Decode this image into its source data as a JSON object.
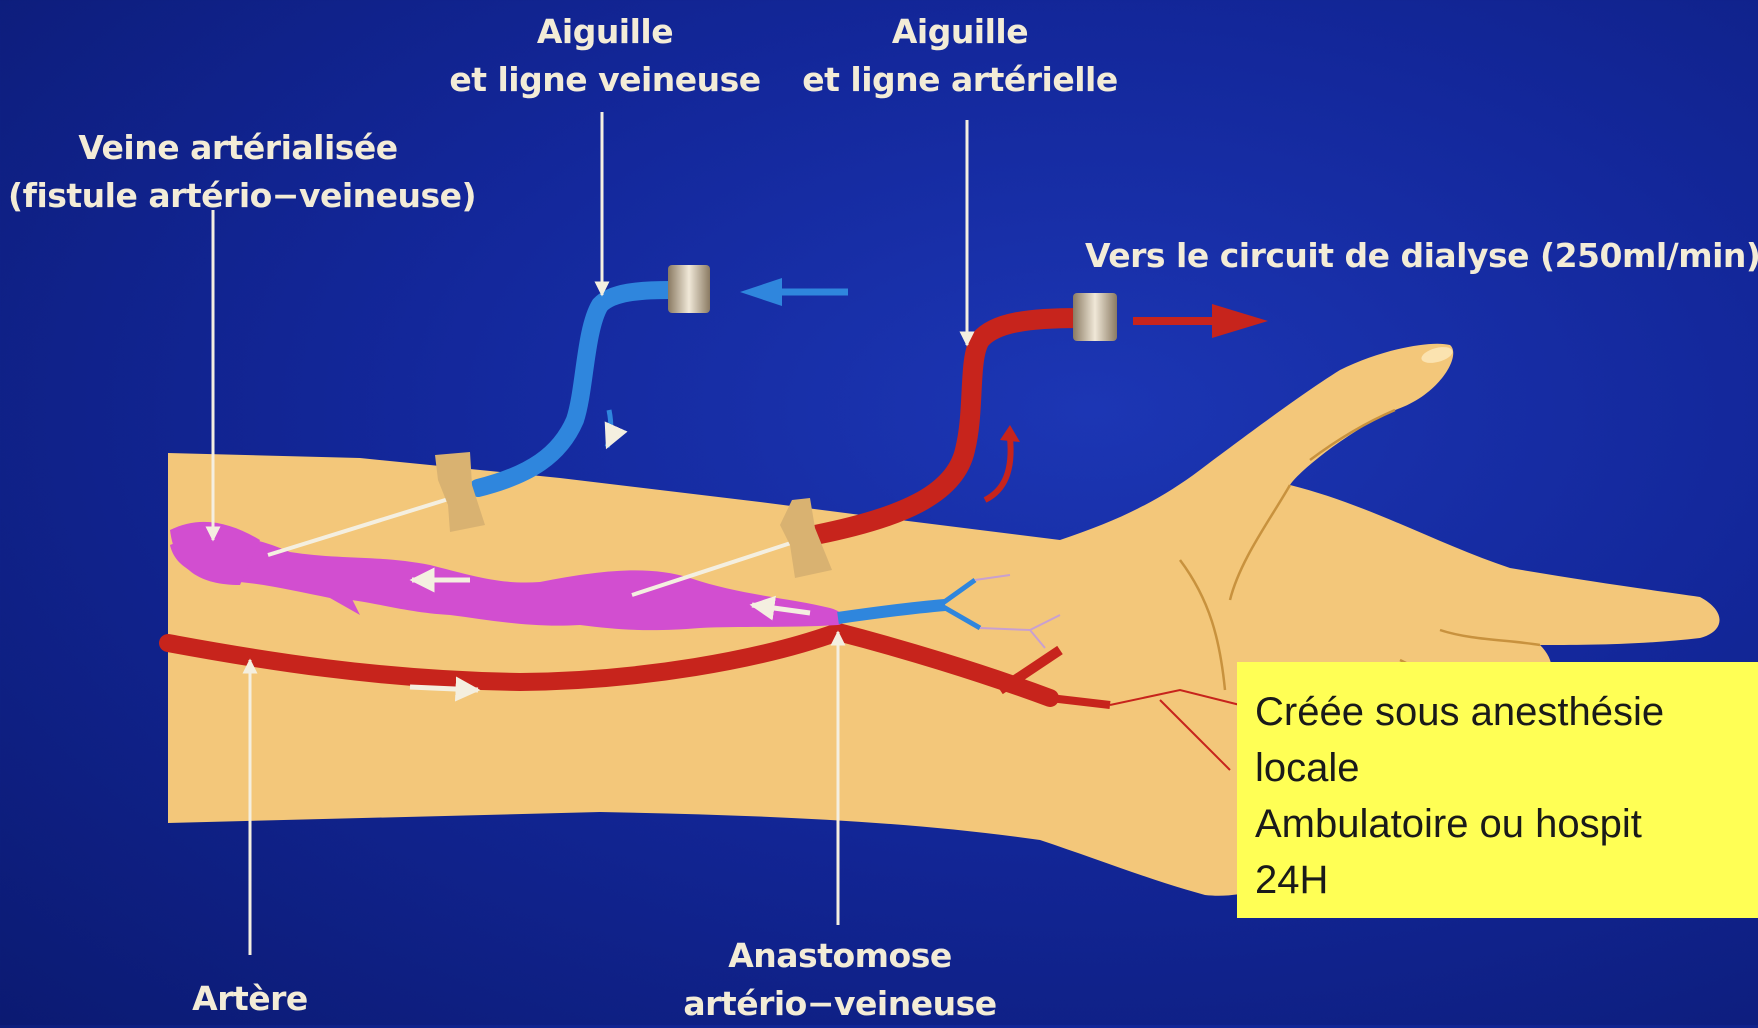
{
  "labels": {
    "needle_venous": [
      "Aiguille",
      "et ligne veineuse"
    ],
    "needle_arterial": [
      "Aiguille",
      "et ligne artérielle"
    ],
    "arterialized_vein": [
      "Veine artérialisée",
      "(fistule artério−veineuse)"
    ],
    "dialysis_circuit": "Vers le circuit de dialyse (250ml/min)",
    "anastomosis": [
      "Anastomose",
      "artério−veineuse"
    ],
    "artery": "Artère"
  },
  "note": {
    "lines": [
      "Créée sous anesthésie",
      "locale",
      "Ambulatoire ou hospit",
      "24H"
    ]
  },
  "colors": {
    "background": "#13279a",
    "skin": "#f3c77a",
    "fistula": "#d24ed0",
    "artery": "#c7241c",
    "vein": "#2f86dd",
    "note_background": "#ffff55",
    "label_text": "#f3ecd7"
  }
}
